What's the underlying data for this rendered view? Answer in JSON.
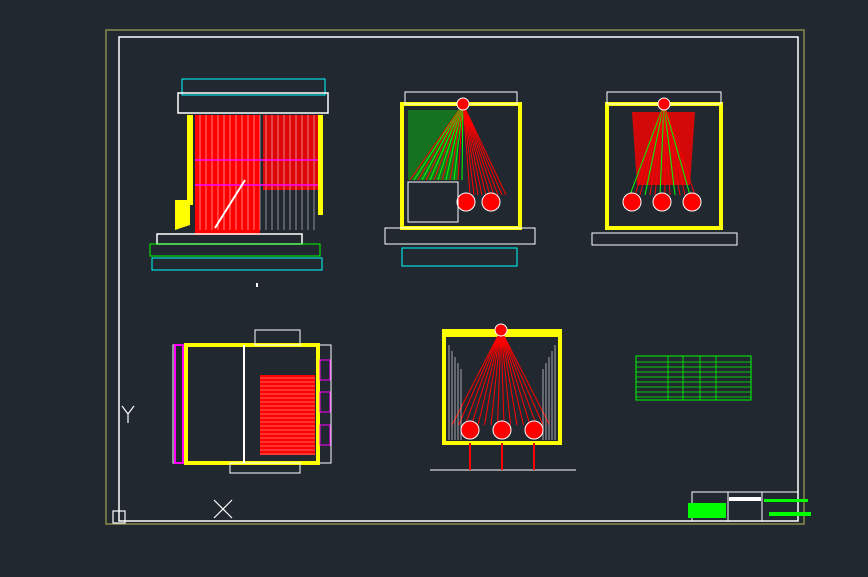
{
  "viewport": {
    "background": "#212830"
  },
  "colors": {
    "sheet_border": "#8a8a4a",
    "frame": "#ffffff",
    "tubes": "#ff0000",
    "walls": "#ffff00",
    "dimensions": "#00ffff",
    "annotations": "#00ff00",
    "piping": "#ff00ff"
  },
  "views": [
    {
      "id": "side-elevation"
    },
    {
      "id": "front-section"
    },
    {
      "id": "rear-section"
    },
    {
      "id": "plan-view"
    },
    {
      "id": "cross-section"
    }
  ],
  "ucs_icon": {
    "icon": "ucs-axis-icon",
    "y_axis": "Y",
    "x_axis": "X"
  }
}
